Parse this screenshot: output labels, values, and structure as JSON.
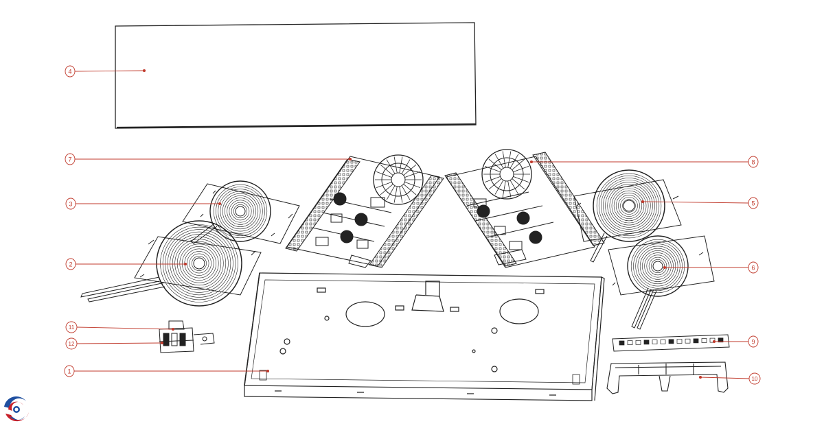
{
  "colors": {
    "line": "#222222",
    "callout": "#c0392b",
    "accent": "#1f4fa0",
    "brand_red": "#c8202a"
  },
  "callouts": [
    {
      "id": "1",
      "label": "1"
    },
    {
      "id": "2",
      "label": "2"
    },
    {
      "id": "3",
      "label": "3"
    },
    {
      "id": "4",
      "label": "4"
    },
    {
      "id": "5",
      "label": "5"
    },
    {
      "id": "6",
      "label": "6"
    },
    {
      "id": "7",
      "label": "7"
    },
    {
      "id": "8",
      "label": "8"
    },
    {
      "id": "9",
      "label": "9"
    },
    {
      "id": "10",
      "label": "10"
    },
    {
      "id": "11",
      "label": "11"
    },
    {
      "id": "12",
      "label": "12"
    }
  ],
  "logo": {
    "icon": "brand-swirl-logo"
  }
}
